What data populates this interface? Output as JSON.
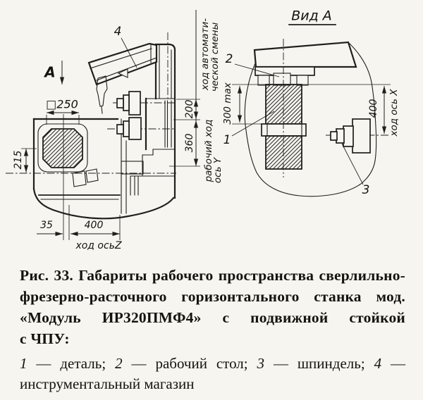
{
  "colors": {
    "ink": "#211f1c",
    "paper": "#f6f5f0"
  },
  "drawing": {
    "left_view": {
      "view_arrow_label": "A",
      "part_label_4": "4",
      "dim_square_250": "□250",
      "dim_215": "215",
      "dim_35": "35",
      "dim_400": "400",
      "axis_z_label": "ход осьZ",
      "dim_200": "200",
      "auto_change_line1": "ход автомати-",
      "auto_change_line2": "ческой смены",
      "dim_360": "360",
      "work_stroke_line1": "рабочий ход",
      "work_stroke_line2": "ось Y"
    },
    "view_a": {
      "title": "Вид А",
      "part_label_1": "1",
      "part_label_2": "2",
      "part_label_3": "3",
      "dim_300max": "300 max",
      "dim_400": "400",
      "axis_x_label": "ход ось X"
    }
  },
  "caption": {
    "line1": "Рис. 33. Габариты рабочего пространства сверлильно-",
    "line2": "фрезерно-расточного горизонтального станка мод.",
    "line3": "«Модуль ИР320ПМФ4» с подвижной стойкой",
    "line4": "с ЧПУ:"
  },
  "legend": {
    "dash": "—",
    "items": [
      {
        "num": "1",
        "label": "— деталь;"
      },
      {
        "num": "2",
        "label": "— рабочий стол;"
      },
      {
        "num": "3",
        "label": "— шпиндель;"
      },
      {
        "num": "4",
        "label": "инструментальный магазин"
      }
    ]
  }
}
